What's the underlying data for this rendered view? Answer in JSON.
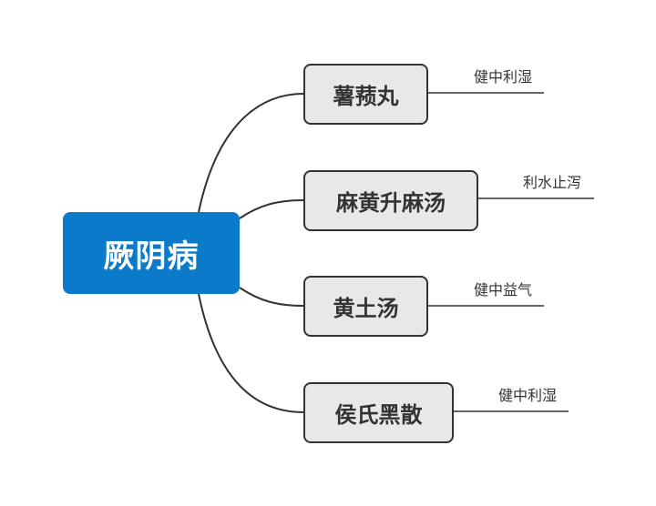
{
  "root": {
    "label": "厥阴病"
  },
  "branches": [
    {
      "label": "薯蓣丸",
      "note": "健中利湿"
    },
    {
      "label": "麻黄升麻汤",
      "note": "利水止泻"
    },
    {
      "label": "黄土汤",
      "note": "健中益气"
    },
    {
      "label": "侯氏黑散",
      "note": "健中利湿"
    }
  ],
  "colors": {
    "root_fill": "#0b7ac9",
    "branch_fill": "#e8e8e8",
    "line": "#333333"
  }
}
